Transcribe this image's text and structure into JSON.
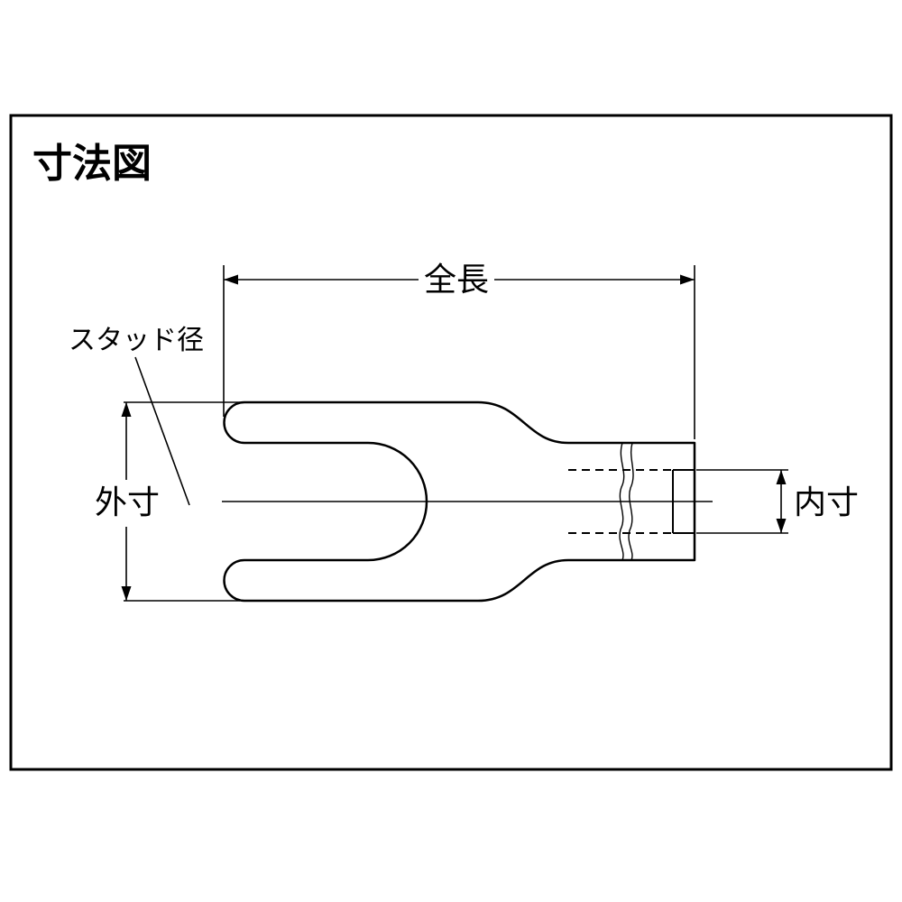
{
  "canvas": {
    "background": "#ffffff",
    "line_color": "#000000",
    "border_color": "#000000"
  },
  "diagram": {
    "title": "寸法図",
    "type": "terminal-dimension-drawing",
    "dimensions": {
      "overall_length": {
        "label": "全長"
      },
      "stud_diameter": {
        "label": "スタッド径"
      },
      "outer_width": {
        "label": "外寸"
      },
      "inner_width": {
        "label": "内寸"
      }
    }
  }
}
